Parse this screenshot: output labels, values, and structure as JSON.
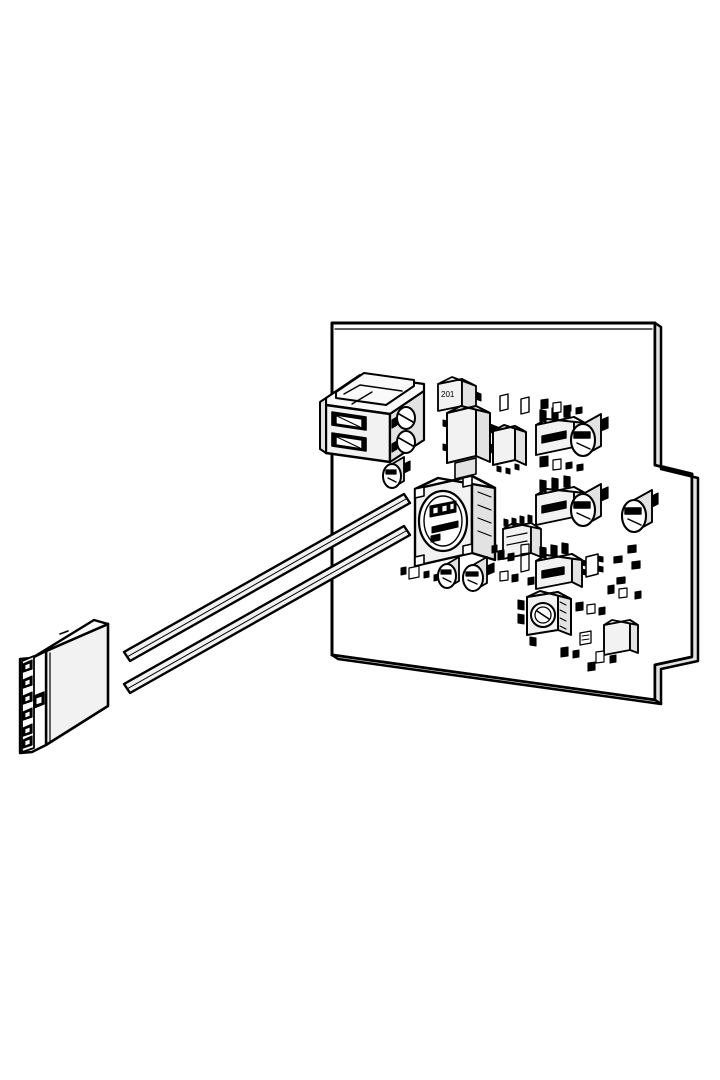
{
  "illustration": {
    "title": "Circuit board assembly with ribbon cable front panel module",
    "subject": "printed-circuit-board-assembly",
    "style": "isometric technical line drawing",
    "background_color": "#ffffff",
    "line_color": "#000000",
    "fill_light": "#fafafa",
    "fill_face": "#f2f2f2",
    "fill_side": "#e2e2e2",
    "fill_dark": "#000000"
  },
  "labels": {
    "chip_marking": "201",
    "transformer_marking": "",
    "board_silk": ""
  },
  "parts": {
    "pcb": {
      "name": "printed circuit board",
      "notch_side": "right"
    },
    "terminal_block": {
      "name": "2-position screw terminal block",
      "positions": 2
    },
    "transformer": {
      "name": "toroidal transformer with round face"
    },
    "connector_module": {
      "name": "front panel connector module",
      "latch_count": 6
    },
    "cables": {
      "name": "twin round cables",
      "count": 2
    },
    "relays": {
      "name": "relay and cylindrical capacitor pairs",
      "count": 3
    },
    "trimmer": {
      "name": "trimmer potentiometer"
    },
    "capacitors": {
      "name": "electrolytic capacitors",
      "count": 5
    }
  }
}
